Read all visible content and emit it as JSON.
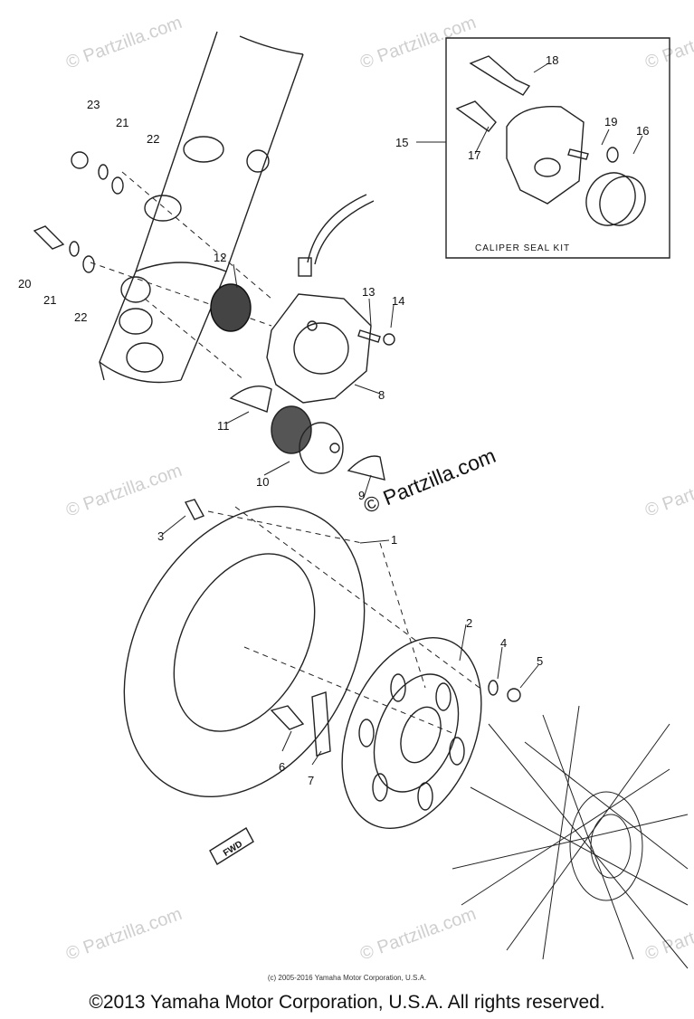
{
  "watermark_text": "© Partzilla.com",
  "main_watermark": "© Partzilla.com",
  "labels": [
    "1",
    "2",
    "3",
    "4",
    "5",
    "6",
    "7",
    "8",
    "9",
    "10",
    "11",
    "12",
    "13",
    "14",
    "15",
    "16",
    "17",
    "18",
    "19",
    "20",
    "21",
    "21",
    "22",
    "22",
    "23"
  ],
  "inset_caption": "CALIPER SEAL KIT",
  "fwd_label": "FWD",
  "small_copyright": "(c) 2005-2016 Yamaha Motor Corporation, U.S.A.",
  "main_copyright": "©2013 Yamaha Motor Corporation, U.S.A. All rights reserved."
}
